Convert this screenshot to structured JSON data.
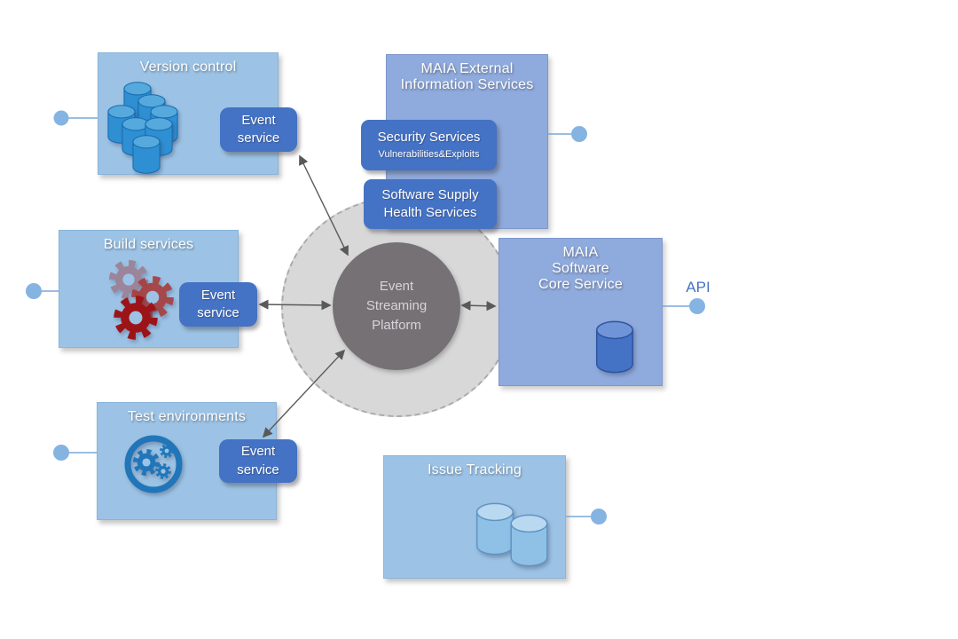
{
  "nodes": {
    "version_control": {
      "title": "Version control",
      "event_service": "Event\nservice"
    },
    "build_services": {
      "title": "Build services",
      "event_service": "Event\nservice"
    },
    "test_environments": {
      "title": "Test environments",
      "event_service": "Event\nservice"
    },
    "maia_external": {
      "title": "MAIA External\nInformation Services",
      "security_services": {
        "title": "Security Services",
        "subtitle": "Vulnerabilities&Exploits"
      },
      "software_supply": {
        "title": "Software Supply\nHealth Services"
      }
    },
    "event_streaming_platform": {
      "title": "Event\nStreaming\nPlatform"
    },
    "maia_core": {
      "title": "MAIA\nSoftware\nCore Service",
      "api_label": "API"
    },
    "issue_tracking": {
      "title": "Issue Tracking"
    }
  },
  "icons": {
    "version_control": "database-cluster-icon",
    "build_services": "gears-icon",
    "test_environments": "gears-badge-icon",
    "maia_core": "database-icon",
    "issue_tracking": "database-pair-icon",
    "endpoints": "dot-connector"
  },
  "colors": {
    "panel_light_blue": "#9cc3e5",
    "panel_periwinkle": "#8faadc",
    "button_blue": "#4472c4",
    "platform_circle": "#767174",
    "platform_halo": "#d8d8d8",
    "arrow_gray": "#595959",
    "connector_blue": "#85b3e2",
    "cylinder_blue": "#2e90d3",
    "cylinder_royal": "#4472c4",
    "cylinder_pale": "#8fc0e6",
    "gear_mauve": "#9d7a8e",
    "gear_red": "#a73e3e",
    "gear_dark_red": "#9c1418",
    "badge_blue": "#2176b9",
    "api_text": "#4472c4"
  }
}
